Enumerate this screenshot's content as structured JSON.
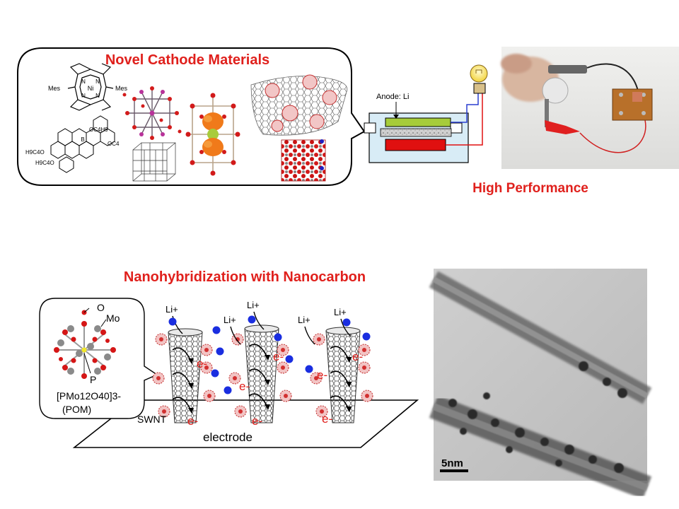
{
  "top": {
    "title": "Novel Cathode Materials",
    "performance": "High Performance",
    "battery": {
      "anode_label": "Anode: Li"
    },
    "molecules": {
      "porphyrin": {
        "sub_left": "Mes",
        "sub_right": "Mes",
        "metal": "Ni",
        "n": "N"
      },
      "borane": {
        "sub_top": "OC4H9",
        "sub_right": "OC4",
        "sub_left": "H9C4O",
        "sub_bottom": "H9C4O",
        "atom": "B"
      }
    }
  },
  "bottom": {
    "title": "Nanohybridization with Nanocarbon",
    "pom": {
      "label_o": "O",
      "label_mo": "Mo",
      "label_p": "P",
      "formula": "[PMo12O40]3-",
      "name": "(POM)"
    },
    "swnt_label": "SWNT",
    "electrode_label": "electrode",
    "ion_label": "Li+",
    "electron_label": "e-",
    "scale_bar": "5nm"
  },
  "colors": {
    "title_red": "#e0201c",
    "ion_blue": "#1a2ee0",
    "electron_red": "#e0201c",
    "anode_green": "#a6cc3a",
    "cathode_red": "#e01010",
    "electrolyte_blue": "#d8ecf6"
  }
}
